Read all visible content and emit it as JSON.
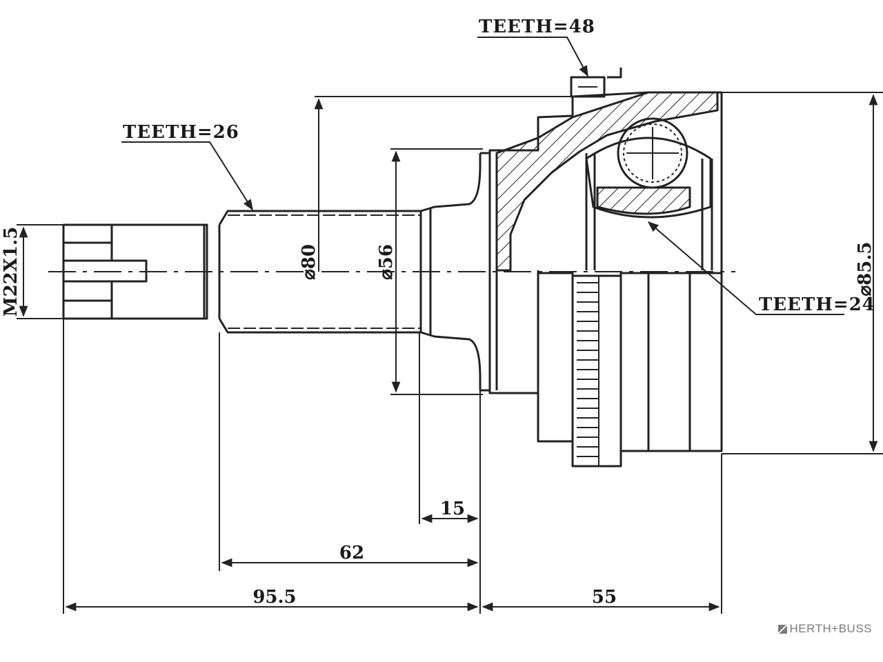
{
  "labels": {
    "teeth_top": "TEETH=48",
    "teeth_outer": "TEETH=26",
    "teeth_inner": "TEETH=24"
  },
  "dimensions": {
    "thread": "M22X1.5",
    "dia_80": "⌀80",
    "dia_56": "⌀56",
    "dia_85_5": "⌀85.5",
    "len_15": "15",
    "len_62": "62",
    "len_95_5": "95.5",
    "len_55": "55"
  },
  "brand": {
    "name": "HERTH+BUSS"
  }
}
